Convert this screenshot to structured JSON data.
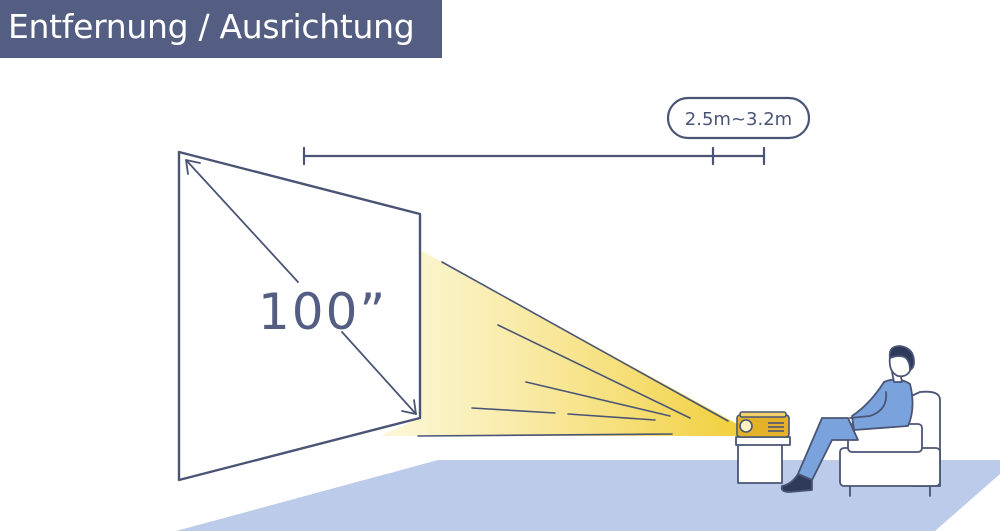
{
  "header": {
    "title": "Entfernung / Ausrichtung"
  },
  "diagram": {
    "screen_size_label": "100”",
    "distance_label": "2.5m~3.2m"
  },
  "colors": {
    "banner": "#535e82",
    "line": "#4a5575",
    "floor": "#bccbea",
    "beam": "#f3d64c",
    "projector": "#e4b22a",
    "person": "#7aa3dd"
  }
}
